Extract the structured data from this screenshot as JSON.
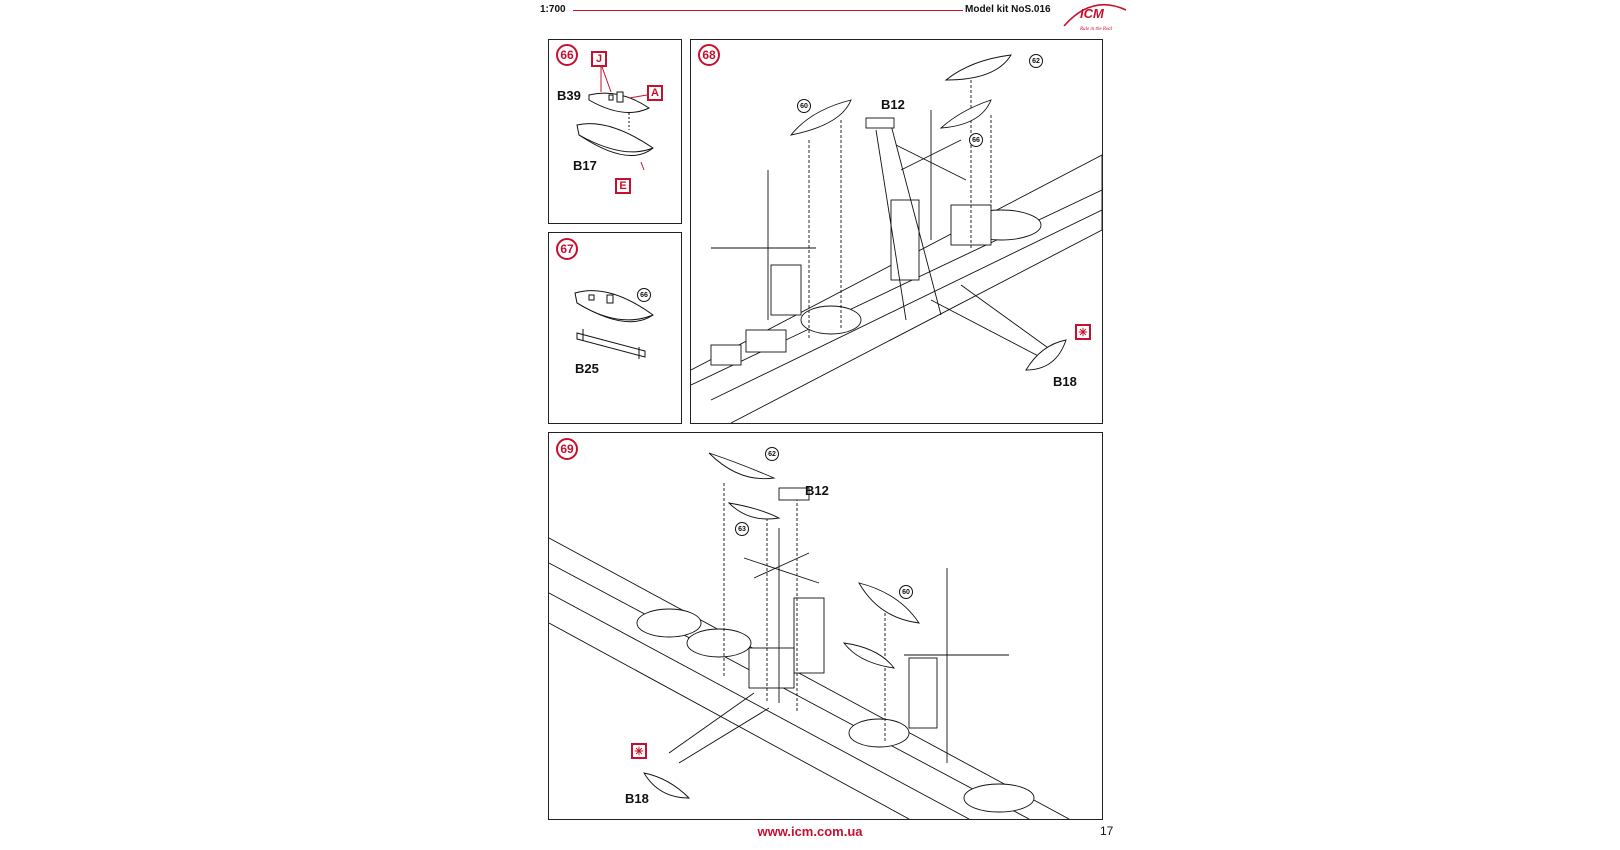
{
  "header": {
    "scale": "1:700",
    "title": "Model kit NoS.016",
    "logo_text": "ICM",
    "logo_tagline": "Rule in the Real",
    "accent_color": "#c8102e"
  },
  "steps": [
    {
      "number": "66",
      "parts": [
        "B39",
        "B17"
      ],
      "labels": [
        "J",
        "A",
        "E"
      ]
    },
    {
      "number": "67",
      "parts": [
        "B25"
      ],
      "refs": [
        "66"
      ]
    },
    {
      "number": "68",
      "parts": [
        "B12",
        "B18"
      ],
      "refs": [
        "60",
        "62",
        "66"
      ],
      "markers": [
        "✳"
      ]
    },
    {
      "number": "69",
      "parts": [
        "B12",
        "B18"
      ],
      "refs": [
        "62",
        "63",
        "60"
      ],
      "markers": [
        "✳"
      ]
    }
  ],
  "footer": {
    "website": "www.icm.com.ua",
    "page_number": "17"
  }
}
